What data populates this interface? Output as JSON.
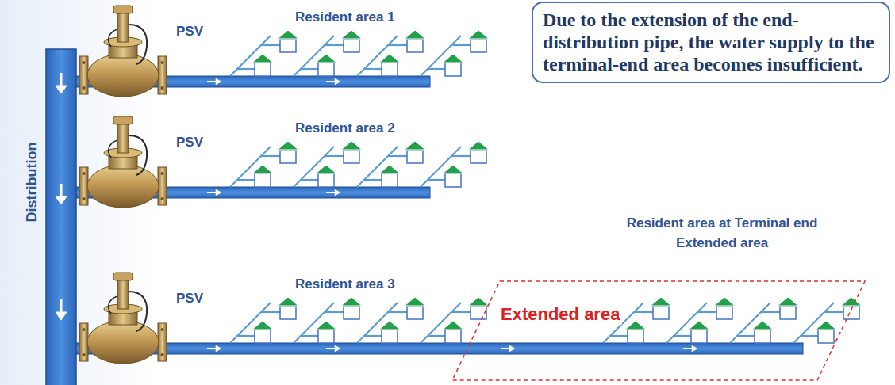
{
  "diagram": {
    "nodes": [
      {
        "text": [
          "Distribution"
        ]
      },
      {
        "text": [
          "Due to the extension of the end-distribution pipe, the water supply to the terminal-end area becomes insufficient."
        ]
      },
      {
        "text": [
          "Resident area at Terminal end Extended area",
          "Extended area"
        ]
      }
    ],
    "labels": [
      "PSV",
      "Resident area 1",
      "PSV",
      "Resident area 2",
      "PSV",
      "Resident area 3"
    ]
  }
}
